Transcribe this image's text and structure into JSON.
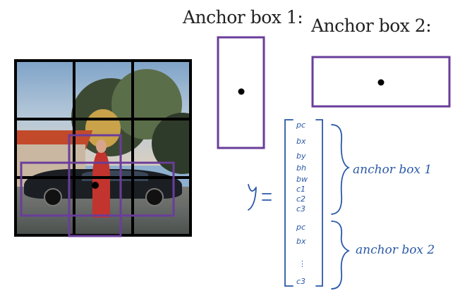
{
  "labels": {
    "anchor_box_1": "Anchor box 1:",
    "anchor_box_2": "Anchor box 2:",
    "y_symbol": "y =",
    "vector_entries": [
      "pc",
      "bx",
      "by",
      "bh",
      "bw",
      "c1",
      "c2",
      "c3",
      "pc",
      "bx",
      "⋮",
      "c3"
    ],
    "brace_label_1": "anchor box 1",
    "brace_label_2": "anchor box 2"
  },
  "colors": {
    "grid": "#000000",
    "box": "#6a3d9a",
    "ink": "#2a58a8"
  }
}
